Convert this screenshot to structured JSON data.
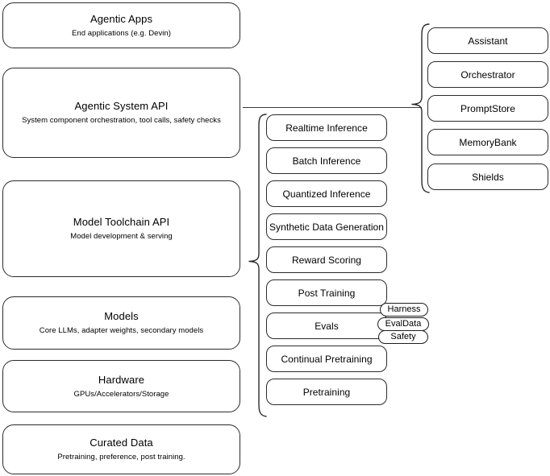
{
  "diagram": {
    "title": "AI stack layers diagram",
    "colors": {
      "stroke": "#2b2b2b",
      "background": "#ffffff",
      "text": "#000000"
    },
    "layers": [
      {
        "id": "agentic-apps",
        "title": "Agentic Apps",
        "subtitle": "End applications (e.g. Devin)"
      },
      {
        "id": "agentic-system-api",
        "title": "Agentic System API",
        "subtitle": "System component orchestration, tool calls, safety checks"
      },
      {
        "id": "model-toolchain-api",
        "title": "Model Toolchain API",
        "subtitle": "Model development & serving"
      },
      {
        "id": "models",
        "title": "Models",
        "subtitle": "Core LLMs, adapter weights, secondary models"
      },
      {
        "id": "hardware",
        "title": "Hardware",
        "subtitle": "GPUs/Accelerators/Storage"
      },
      {
        "id": "curated-data",
        "title": "Curated Data",
        "subtitle": "Pretraining, preference, post training."
      }
    ],
    "toolchain_components": [
      {
        "id": "realtime-inference",
        "label": "Realtime Inference"
      },
      {
        "id": "batch-inference",
        "label": "Batch Inference"
      },
      {
        "id": "quantized-inference",
        "label": "Quantized Inference"
      },
      {
        "id": "synthetic-data-generation",
        "label": "Synthetic Data Generation"
      },
      {
        "id": "reward-scoring",
        "label": "Reward Scoring"
      },
      {
        "id": "post-training",
        "label": "Post Training"
      },
      {
        "id": "evals",
        "label": "Evals"
      },
      {
        "id": "continual-pretraining",
        "label": "Continual Pretraining"
      },
      {
        "id": "pretraining",
        "label": "Pretraining"
      }
    ],
    "evals_subcomponents": [
      {
        "id": "harness",
        "label": "Harness"
      },
      {
        "id": "evaldata",
        "label": "EvalData"
      },
      {
        "id": "safety",
        "label": "Safety"
      }
    ],
    "system_components": [
      {
        "id": "assistant",
        "label": "Assistant"
      },
      {
        "id": "orchestrator",
        "label": "Orchestrator"
      },
      {
        "id": "promptstore",
        "label": "PromptStore"
      },
      {
        "id": "memorybank",
        "label": "MemoryBank"
      },
      {
        "id": "shields",
        "label": "Shields"
      }
    ]
  }
}
